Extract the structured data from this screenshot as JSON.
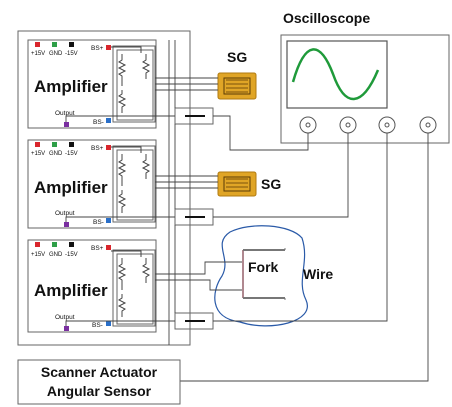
{
  "diagram": {
    "oscilloscope_label": "Oscilloscope",
    "strain_gauge_label": "SG",
    "fork_label": "Fork",
    "wire_label": "Wire",
    "scanner_label_line1": "Scanner Actuator",
    "scanner_label_line2": "Angular Sensor",
    "amplifiers": [
      {
        "title": "Amplifier",
        "terminals": [
          "+15V",
          "GND",
          "-15V"
        ],
        "bridge_plus": "BS+",
        "bridge_minus": "BS-",
        "output": "Output"
      },
      {
        "title": "Amplifier",
        "terminals": [
          "+15V",
          "GND",
          "-15V"
        ],
        "bridge_plus": "BS+",
        "bridge_minus": "BS-",
        "output": "Output"
      },
      {
        "title": "Amplifier",
        "terminals": [
          "+15V",
          "GND",
          "-15V"
        ],
        "bridge_plus": "BS+",
        "bridge_minus": "BS-",
        "output": "Output"
      }
    ],
    "colors": {
      "terminal_plus15": "#d9262c",
      "terminal_gnd": "#2e9e47",
      "terminal_minus15": "#111111",
      "terminal_bs_plus": "#d9262c",
      "terminal_bs_minus": "#2a6fc9",
      "terminal_output": "#7a2fa0",
      "waveform": "#1f9a3a",
      "strain_gauge": "#e0a526",
      "fork_loop": "#2a5aa8"
    }
  }
}
